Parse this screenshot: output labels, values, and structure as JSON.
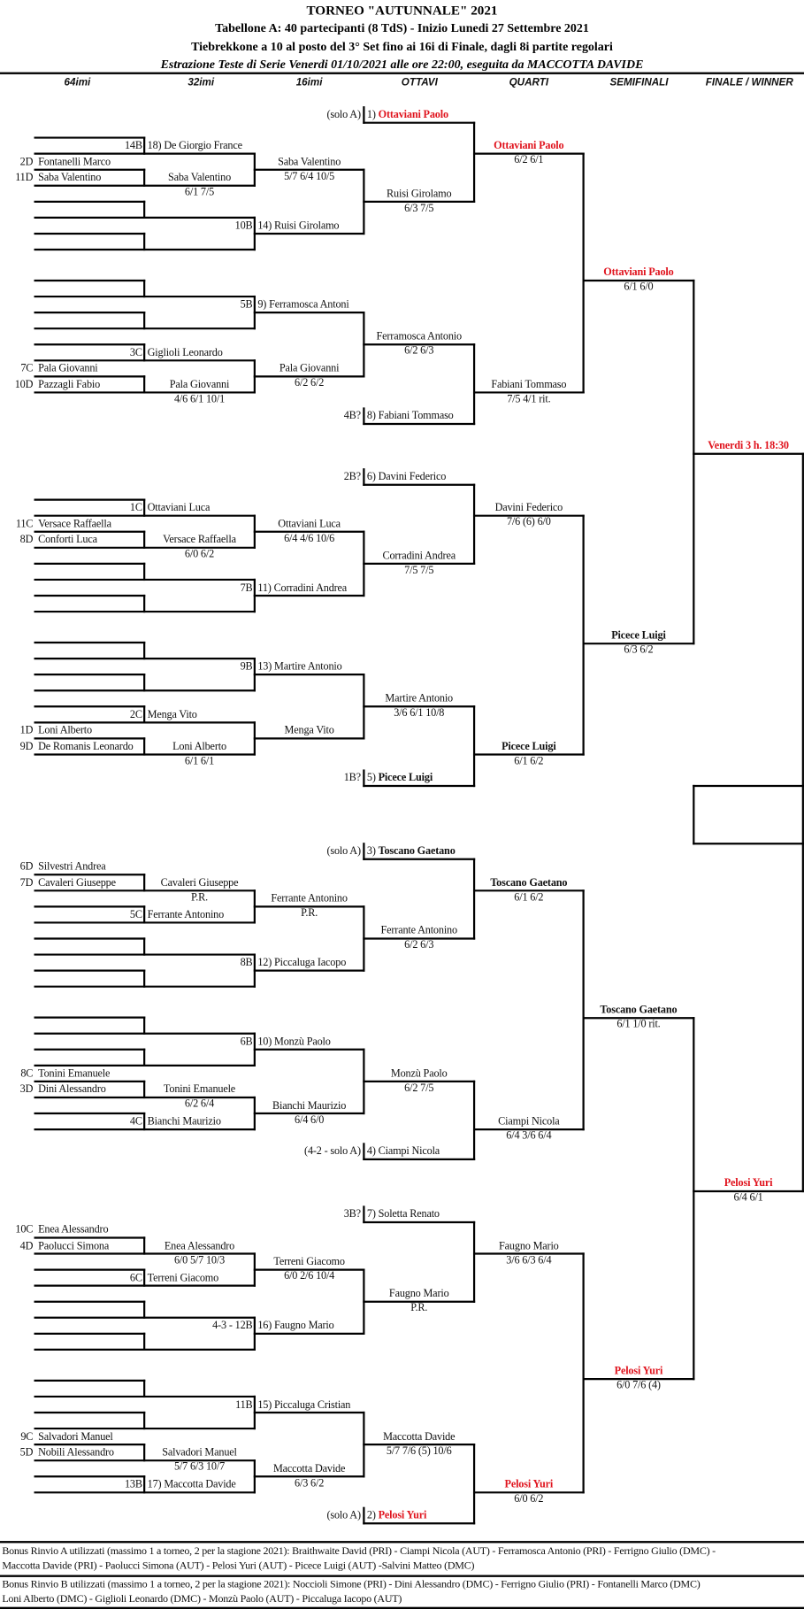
{
  "header": {
    "title": "TORNEO  \"AUTUNNALE\"  2021",
    "subtitle": "Tabellone A: 40 partecipanti (8 TdS) - Inizio Lunedi 27 Settembre 2021",
    "rules": "Tiebrekkone a 10 al posto del 3° Set fino ai 16i di Finale, dagli 8i partite regolari",
    "draw": "Estrazione Teste di Serie Venerdi 01/10/2021 alle ore 22:00, eseguita da MACCOTTA DAVIDE"
  },
  "columns": [
    "64imi",
    "32imi",
    "16imi",
    "OTTAVI",
    "QUARTI",
    "SEMIFINALI",
    "FINALE / WINNER"
  ],
  "colors": {
    "highlight": "#e0141e",
    "text": "#111111",
    "lines": "#000000"
  },
  "quarters": [
    {
      "top": {
        "seed": {
          "prefix": "(solo A)",
          "num": "1)",
          "name": "Ottaviani Paolo",
          "style": "red"
        },
        "labels": [
          {
            "prefix": "14B",
            "name": "18) De Giorgio France"
          },
          {
            "prefix": "2D",
            "name": "Fontanelli Marco"
          },
          {
            "name": "Saba Valentino",
            "score": "5/7  6/4  10/5"
          },
          {
            "prefix": "11D",
            "name": "Saba Valentino"
          },
          {
            "name": "Saba Valentino",
            "score": "6/1  7/5"
          },
          {
            "name": "Ruisi Girolamo",
            "score": "6/3  7/5"
          },
          {
            "prefix": "10B",
            "name": "14) Ruisi Girolamo"
          },
          {
            "name": "Ottaviani Paolo",
            "score": "6/2  6/1",
            "style": "red"
          }
        ]
      },
      "bottom": {
        "seed": {
          "prefix": "4B?",
          "num": "8)",
          "name": "Fabiani Tommaso",
          "style": ""
        },
        "labels": [
          {
            "prefix": "5B",
            "name": "9) Ferramosca Antoni"
          },
          {
            "name": "Ferramosca Antonio",
            "score": "6/2  6/3"
          },
          {
            "prefix": "3C",
            "name": "Giglioli Leonardo"
          },
          {
            "prefix": "7C",
            "name": "Pala Giovanni"
          },
          {
            "name": "Pala Giovanni",
            "score": "6/2  6/2"
          },
          {
            "prefix": "10D",
            "name": "Pazzagli Fabio"
          },
          {
            "name": "Pala Giovanni",
            "score": "4/6  6/1  10/1"
          },
          {
            "name": "Fabiani Tommaso",
            "score": "7/5  4/1 rit."
          }
        ]
      },
      "semi": {
        "name": "Ottaviani Paolo",
        "score": "6/1  6/0",
        "style": "red"
      }
    },
    {
      "top": {
        "seed": {
          "prefix": "2B?",
          "num": "6)",
          "name": "Davini Federico",
          "style": ""
        },
        "labels": [
          {
            "prefix": "1C",
            "name": "Ottaviani Luca"
          },
          {
            "prefix": "11C",
            "name": "Versace Raffaella"
          },
          {
            "name": "Ottaviani Luca",
            "score": "6/4  4/6  10/6"
          },
          {
            "prefix": "8D",
            "name": "Conforti Luca"
          },
          {
            "name": "Versace Raffaella",
            "score": "6/0  6/2"
          },
          {
            "name": "Corradini Andrea",
            "score": "7/5  7/5"
          },
          {
            "prefix": "7B",
            "name": "11) Corradini Andrea"
          },
          {
            "name": "Davini Federico",
            "score": "7/6 (6)  6/0"
          }
        ]
      },
      "bottom": {
        "seed": {
          "prefix": "1B?",
          "num": "5)",
          "name": "Picece Luigi",
          "style": "bold"
        },
        "labels": [
          {
            "prefix": "9B",
            "name": "13) Martire Antonio"
          },
          {
            "name": "Martire Antonio",
            "score": "3/6  6/1  10/8"
          },
          {
            "prefix": "2C",
            "name": "Menga Vito"
          },
          {
            "prefix": "1D",
            "name": "Loni Alberto"
          },
          {
            "name": "Menga Vito"
          },
          {
            "prefix": "9D",
            "name": "De Romanis Leonardo"
          },
          {
            "name": "Loni Alberto",
            "score": "6/1  6/1"
          },
          {
            "name": "Picece Luigi",
            "score": "6/1  6/2",
            "style": "bold"
          }
        ]
      },
      "semi": {
        "name": "Picece Luigi",
        "score": "6/3  6/2",
        "style": "bold"
      }
    },
    {
      "top": {
        "seed": {
          "prefix": "(solo A)",
          "num": "3)",
          "name": "Toscano Gaetano",
          "style": "bold"
        },
        "labels": [
          {
            "prefix": "6D",
            "name": "Silvestri Andrea"
          },
          {
            "prefix": "7D",
            "name": "Cavaleri Giuseppe"
          },
          {
            "name": "Cavaleri Giuseppe",
            "score": "P.R."
          },
          {
            "name": "Ferrante Antonino",
            "score": "P.R."
          },
          {
            "prefix": "5C",
            "name": "Ferrante Antonino"
          },
          {
            "name": "Ferrante Antonino",
            "score": "6/2  6/3"
          },
          {
            "prefix": "8B",
            "name": "12) Piccaluga Iacopo"
          },
          {
            "name": "Toscano Gaetano",
            "score": "6/1  6/2",
            "style": "bold"
          }
        ]
      },
      "bottom": {
        "seed": {
          "prefix": "(4-2 - solo A)",
          "num": "4)",
          "name": "Ciampi Nicola",
          "style": ""
        },
        "labels": [
          {
            "prefix": "6B",
            "name": "10) Monzù Paolo"
          },
          {
            "prefix": "8C",
            "name": "Tonini Emanuele"
          },
          {
            "name": "Monzù Paolo",
            "score": "6/2  7/5"
          },
          {
            "prefix": "3D",
            "name": "Dini Alessandro"
          },
          {
            "name": "Tonini Emanuele",
            "score": "6/2  6/4"
          },
          {
            "name": "Bianchi Maurizio",
            "score": "6/4  6/0"
          },
          {
            "prefix": "4C",
            "name": "Bianchi Maurizio"
          },
          {
            "name": "Ciampi Nicola",
            "score": "6/4  3/6  6/4"
          }
        ]
      },
      "semi": {
        "name": "Toscano Gaetano",
        "score": "6/1  1/0  rit.",
        "style": "bold"
      }
    },
    {
      "top": {
        "seed": {
          "prefix": "3B?",
          "num": "7)",
          "name": "Soletta Renato",
          "style": ""
        },
        "labels": [
          {
            "prefix": "10C",
            "name": "Enea Alessandro"
          },
          {
            "prefix": "4D",
            "name": "Paolucci Simona"
          },
          {
            "name": "Enea Alessandro",
            "score": "6/0  5/7  10/3"
          },
          {
            "name": "Terreni Giacomo",
            "score": "6/0  2/6  10/4"
          },
          {
            "prefix": "6C",
            "name": "Terreni Giacomo"
          },
          {
            "name": "Faugno Mario",
            "score": "P.R."
          },
          {
            "prefix": "4-3 - 12B",
            "name": "16) Faugno Mario"
          },
          {
            "name": "Faugno Mario",
            "score": "3/6  6/3  6/4"
          }
        ]
      },
      "bottom": {
        "seed": {
          "prefix": "(solo A)",
          "num": "2)",
          "name": "Pelosi Yuri",
          "style": "red"
        },
        "labels": [
          {
            "prefix": "11B",
            "name": "15) Piccaluga Cristian"
          },
          {
            "prefix": "9C",
            "name": "Salvadori Manuel"
          },
          {
            "name": "Maccotta Davide",
            "score": "5/7  7/6 (5)  10/6"
          },
          {
            "prefix": "5D",
            "name": "Nobili Alessandro"
          },
          {
            "name": "Salvadori Manuel",
            "score": "5/7  6/3  10/7"
          },
          {
            "name": "Maccotta Davide",
            "score": "6/3  6/2"
          },
          {
            "prefix": "13B",
            "name": "17) Maccotta Davide"
          },
          {
            "name": "Pelosi Yuri",
            "score": "6/0  6/2",
            "style": "red"
          }
        ]
      },
      "semi": {
        "name": "Pelosi Yuri",
        "score": "6/0  7/6 (4)",
        "style": "red"
      }
    }
  ],
  "finals": [
    {
      "name": "Venerdi 3 h. 18:30",
      "style": "red"
    },
    {
      "name": "Pelosi Yuri",
      "score": "6/4  6/1",
      "style": "red"
    }
  ],
  "bonus": {
    "a": [
      "Bonus Rinvio A utilizzati (massimo 1 a torneo, 2 per la stagione 2021): Braithwaite David (PRI) - Ciampi Nicola (AUT) - Ferramosca Antonio (PRI) - Ferrigno Giulio (DMC) -",
      "Maccotta Davide (PRI) - Paolucci Simona (AUT) - Pelosi Yuri (AUT) - Picece Luigi (AUT) -Salvini Matteo (DMC)"
    ],
    "b": [
      "Bonus Rinvio B utilizzati (massimo 1 a torneo, 2 per la stagione 2021): Noccioli Simone (PRI) - Dini Alessandro (DMC) - Ferrigno Giulio (PRI) - Fontanelli Marco (DMC)",
      "Loni Alberto (DMC) - Giglioli Leonardo (DMC) - Monzù Paolo (AUT) - Piccaluga Iacopo (AUT)"
    ]
  }
}
